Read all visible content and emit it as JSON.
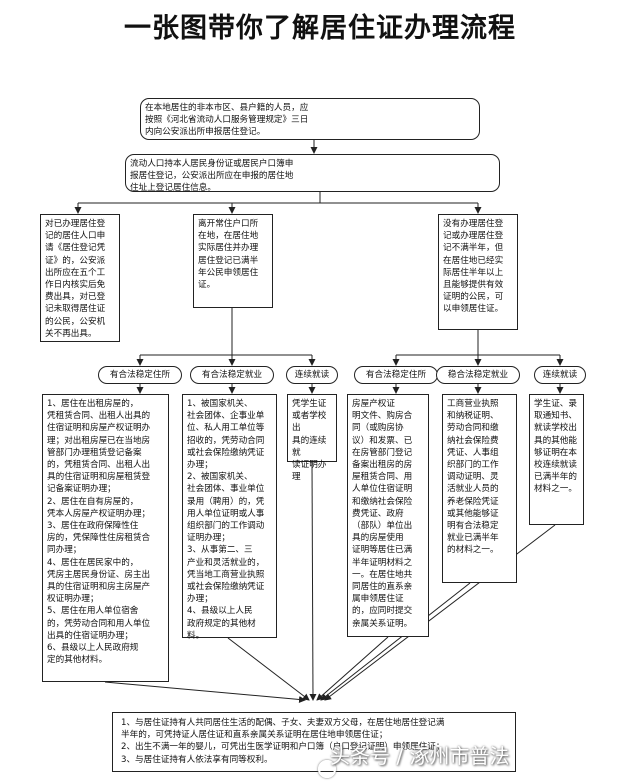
{
  "title": "一张图带你了解居住证办理流程",
  "steps": {
    "step1": "在本地居住的非本市区、县户籍的人员，应\n按照《河北省流动人口服务管理规定》三日\n内向公安派出所申报居住登记。",
    "step2": "流动人口持本人居民身份证或居民户口簿申\n报居住登记，公安派出所应在申报的居住地\n住址上登记居住信息。"
  },
  "branches": {
    "left": "对已办理居住登\n记的居住人口申\n请《居住登记凭\n证》的，公安派\n出所应在五个工\n作日内核实后免\n费出具，对已登\n记未取得居住证\n的公民，公安机\n关不再出具。",
    "middle": "离开常住户口所\n在地，在居住地\n实际居住并办理\n居住登记已满半\n年公民申领居住\n证。",
    "right": "没有办理居住登\n记或办理居住登\n记不满半年，但\n在居住地已经实\n际居住半年以上\n且能够提供有效\n证明的公民，可\n以申领居住证。"
  },
  "pills": [
    "有合法稳定住所",
    "有合法稳定就业",
    "连续就读",
    "有合法稳定住所",
    "稳合法稳定就业",
    "连续就读"
  ],
  "details": {
    "d1": "1、居住在出租房屋的，\n凭租赁合同、出租人出具的\n住宿证明和房屋产权证明办\n理；对出租房屋已在当地房\n管部门办理租赁登记备案\n的，凭租赁合同、出租人出\n具的住宿证明和房屋租赁登\n记备案证明办理；\n2、居住在自有房屋的，\n凭本人房屋产权证明办理；\n3、居住在政府保障性住\n房的，凭保障性住房租赁合\n同办理；\n4、居住在居民家中的，\n凭房主居民身份证、房主出\n具的住宿证明和房主房屋产\n权证明办理；\n5、居住在用人单位宿舍\n的，凭劳动合同和用人单位\n出具的住宿证明办理；\n6、县级以上人民政府规\n定的其他材料。",
    "d2": "1、被国家机关、\n社会团体、企事业单\n位、私人用工单位等\n招收的，凭劳动合同\n或社会保险缴纳凭证\n办理；\n2、被国家机关、\n社会团体、事业单位\n录用（聘用）的，凭\n用人单位证明或人事\n组织部门的工作调动\n证明办理；\n3、从事第二、三\n产业和灵活就业的，\n凭当地工商营业执照\n或社会保险缴纳凭证\n办理；\n4、县级以上人民\n政府规定的其他材\n料。",
    "d3": "凭学生证\n或者学校出\n具的连续就\n读证明办理",
    "d4": "房屋产权证\n明文件、购房合\n同（或购房协\n议）和发票、已\n在房管部门登记\n备案出租房的房\n屋租赁合同、用\n人单位住宿证明\n和缴纳社会保险\n费凭证、政府\n（部队）单位出\n具的房屋使用\n证明等居住已满\n半年证明材料之\n一。在居住地共\n同居住的直系亲\n属申领居住证\n的，应同时提交\n亲属关系证明。",
    "d5": "工商营业执照\n和纳税证明、\n劳动合同和缴\n纳社会保险费\n凭证、人事组\n织部门的工作\n调动证明、灵\n活就业人员的\n养老保险凭证\n或其他能够证\n明有合法稳定\n就业已满半年\n的材料之一。",
    "d6": "学生证、录\n取通知书、\n就读学校出\n具的其他能\n够证明在本\n校连续就读\n已满半年的\n材料之一。"
  },
  "footer": "1、与居住证持有人共同居住生活的配偶、子女、夫妻双方父母，在居住地居住登记满\n半年的，可凭持证人居住证和直系亲属关系证明在居住地申领居住证；\n2、出生不满一年的婴儿，可凭出生医学证明和户口簿（户口登记证明）申领居住证；\n3、与居住证持有人依法享有同等权利。",
  "watermark": "头条号 / 涿州市普法"
}
